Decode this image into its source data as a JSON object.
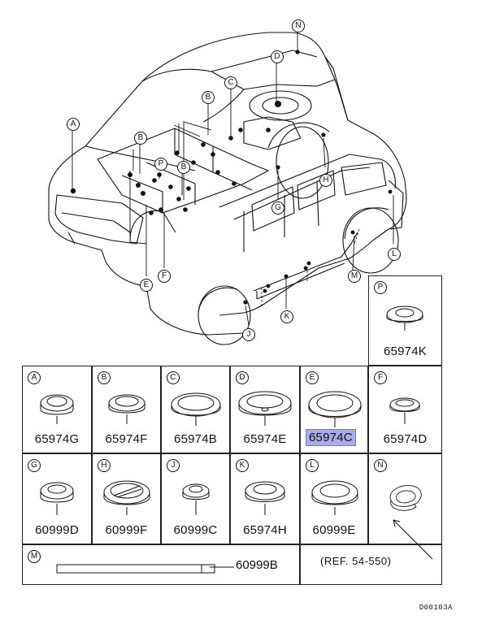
{
  "diagram_code": "D00103A",
  "callouts": [
    "A",
    "B",
    "C",
    "D",
    "E",
    "F",
    "G",
    "H",
    "J",
    "K",
    "L",
    "M",
    "N",
    "P"
  ],
  "cells": [
    {
      "letter": "P",
      "part": "65974K"
    },
    {
      "letter": "A",
      "part": "65974G"
    },
    {
      "letter": "B",
      "part": "65974F"
    },
    {
      "letter": "C",
      "part": "65974B"
    },
    {
      "letter": "D",
      "part": "65974E"
    },
    {
      "letter": "E",
      "part": "65974C",
      "highlighted": true
    },
    {
      "letter": "F",
      "part": "65974D"
    },
    {
      "letter": "G",
      "part": "60999D"
    },
    {
      "letter": "H",
      "part": "60999F"
    },
    {
      "letter": "J",
      "part": "60999C"
    },
    {
      "letter": "K",
      "part": "65974H"
    },
    {
      "letter": "L",
      "part": "60999E"
    },
    {
      "letter": "N",
      "part": ""
    },
    {
      "letter": "M",
      "part": "60999B"
    }
  ],
  "reference_note": "(REF. 54-550)",
  "colors": {
    "highlight": "#a8ace8",
    "line": "#222222"
  }
}
